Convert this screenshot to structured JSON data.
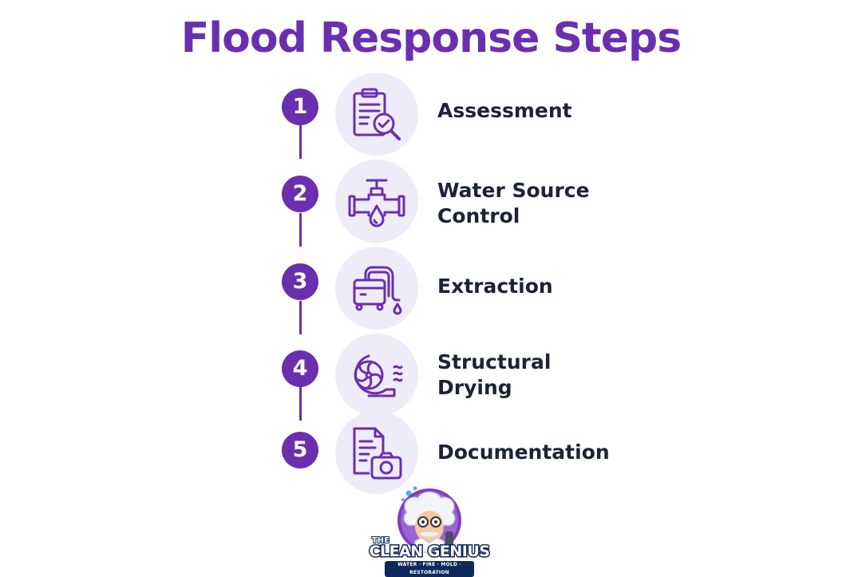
{
  "title": "Flood Response Steps",
  "colors": {
    "accent": "#6a2fae",
    "icon_background": "#eeecf8",
    "label_text": "#1c2237",
    "background": "#ffffff"
  },
  "steps": [
    {
      "number": "1",
      "label_lines": [
        "Assessment"
      ],
      "icon": "clipboard-magnifier-icon"
    },
    {
      "number": "2",
      "label_lines": [
        "Water Source",
        "Control"
      ],
      "icon": "valve-pipe-drop-icon"
    },
    {
      "number": "3",
      "label_lines": [
        "Extraction"
      ],
      "icon": "extraction-machine-icon"
    },
    {
      "number": "4",
      "label_lines": [
        "Structural",
        "Drying"
      ],
      "icon": "air-mover-fan-icon"
    },
    {
      "number": "5",
      "label_lines": [
        "Documentation"
      ],
      "icon": "document-camera-icon"
    }
  ],
  "logo": {
    "prefix": "THE",
    "brand": "CLEAN GENIUS",
    "tagline": "WATER · FIRE · MOLD · RESTORATION"
  }
}
